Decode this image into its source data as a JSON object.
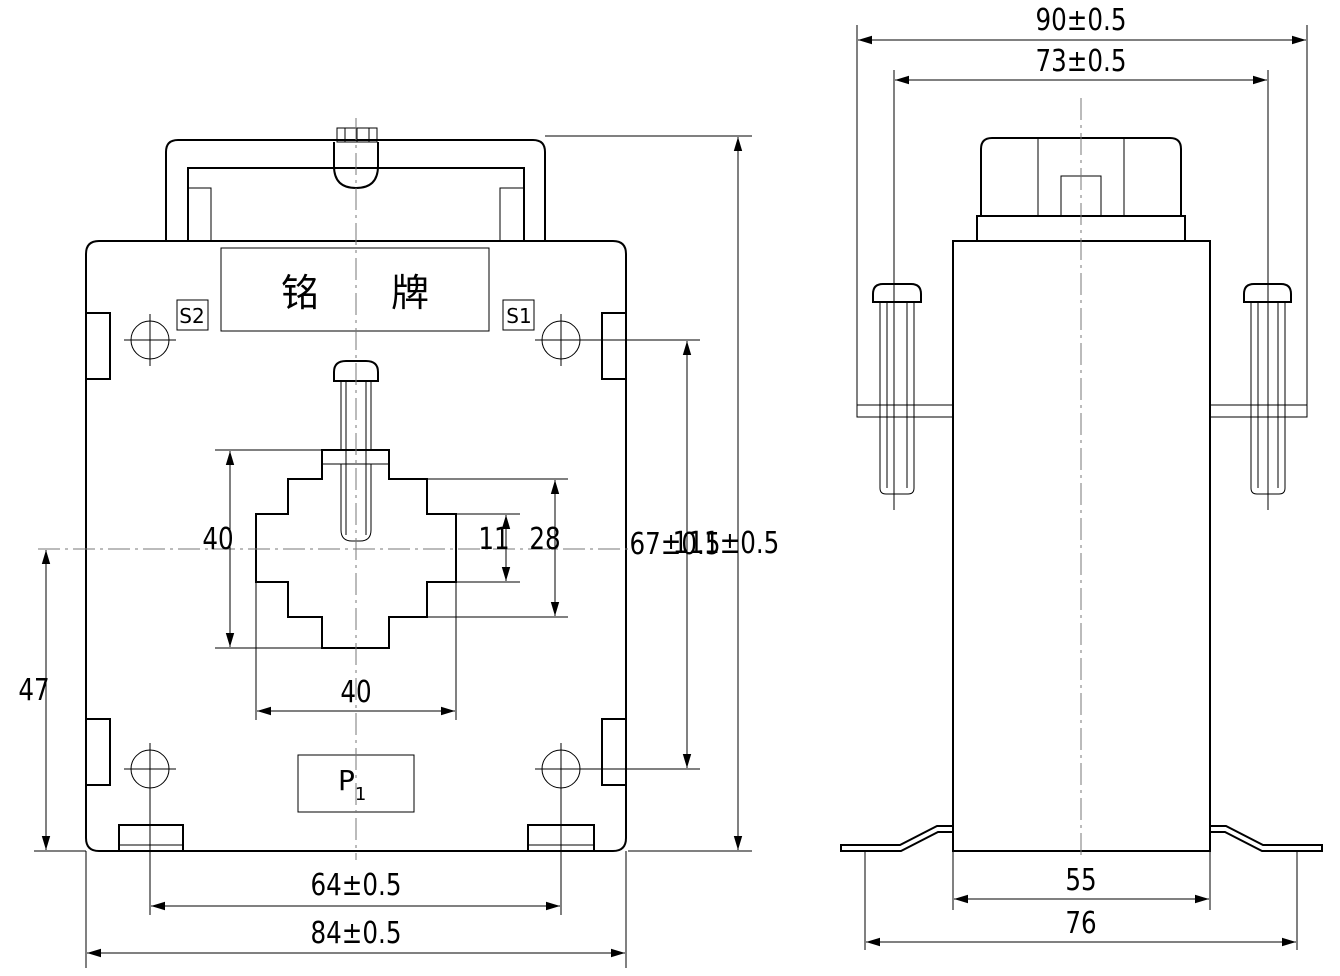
{
  "front_view": {
    "nameplate": {
      "char1": "铭",
      "char2": "牌"
    },
    "terminal_s2": "S2",
    "terminal_s1": "S1",
    "primary_label": {
      "main": "P",
      "sub": "1"
    },
    "dims": {
      "window_height": "40",
      "window_width": "40",
      "step_inner": "11",
      "step_outer": "28",
      "center_height": "47",
      "hole_spacing_v": "67±0.5",
      "total_height": "111±0.5",
      "hole_spacing_h": "64±0.5",
      "body_width": "84±0.5"
    }
  },
  "side_view": {
    "dims": {
      "overall_width": "90±0.5",
      "stud_spacing": "73±0.5",
      "body_depth": "55",
      "base_width": "76"
    }
  }
}
